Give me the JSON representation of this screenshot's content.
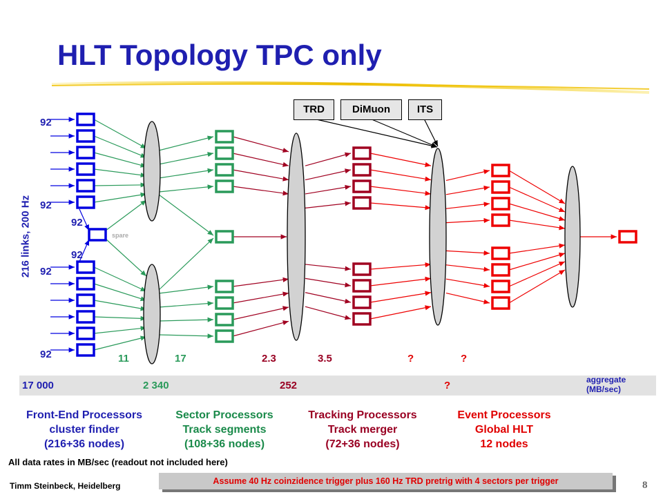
{
  "title": "HLT Topology TPC only",
  "links_label": "216 links, 200 Hz",
  "spare_label": "spare",
  "left_rates": [
    "92",
    "92",
    "92",
    "92",
    "92",
    "92"
  ],
  "detectors": [
    "TRD",
    "DiMuon",
    "ITS"
  ],
  "stage_rates": [
    "11",
    "17",
    "2.3",
    "3.5",
    "?",
    "?"
  ],
  "aggregate": {
    "values": [
      "17 000",
      "2 340",
      "252",
      "?"
    ],
    "label": "aggregate (MB/sec)"
  },
  "stages": [
    {
      "name": "Front-End Processors",
      "task": "cluster finder",
      "nodes": "(216+36 nodes)",
      "color": "#1f1fb0"
    },
    {
      "name": "Sector Processors",
      "task": "Track segments",
      "nodes": "(108+36 nodes)",
      "color": "#1a8a4a"
    },
    {
      "name": "Tracking Processors",
      "task": "Track merger",
      "nodes": "(72+36 nodes)",
      "color": "#990022"
    },
    {
      "name": "Event Processors",
      "task": "Global HLT",
      "nodes": "12 nodes",
      "color": "#e00000"
    }
  ],
  "note": "All data rates in MB/sec (readout not included here)",
  "author": "Timm Steinbeck, Heidelberg",
  "assumption": "Assume 40 Hz coinzidence trigger plus 160 Hz TRD pretrig with 4 sectors per trigger",
  "page_number": "8",
  "colors": {
    "blue": "#0000e0",
    "green": "#2a9a5a",
    "darkred": "#a00020",
    "red": "#ee0000",
    "accent_yellow": "#f0c000"
  }
}
